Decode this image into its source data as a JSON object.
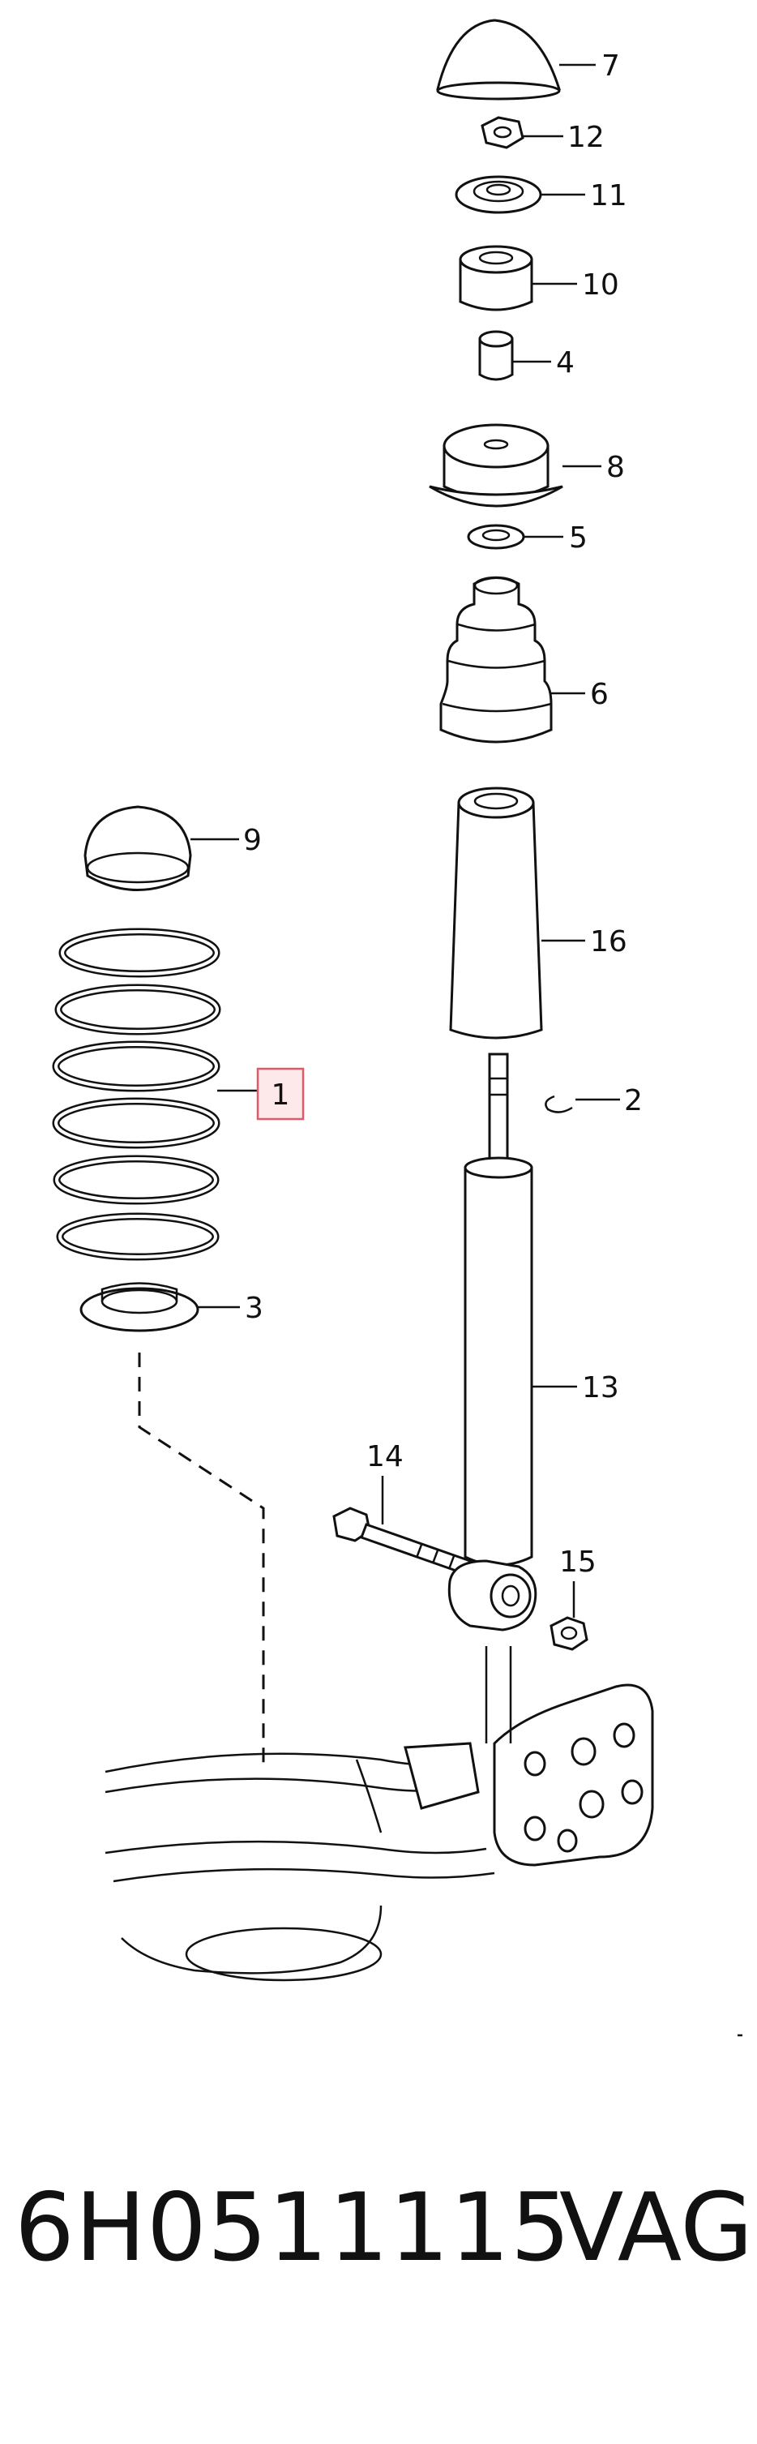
{
  "diagram": {
    "callouts": {
      "c7": "7",
      "c12": "12",
      "c11": "11",
      "c10": "10",
      "c4": "4",
      "c8": "8",
      "c5": "5",
      "c6": "6",
      "c9": "9",
      "c16": "16",
      "c1": "1",
      "c2": "2",
      "c3": "3",
      "c13": "13",
      "c14": "14",
      "c15": "15"
    },
    "highlight_color": "#e05a6a"
  },
  "caption": {
    "part_number": "6H0511115",
    "brand": "VAG"
  }
}
